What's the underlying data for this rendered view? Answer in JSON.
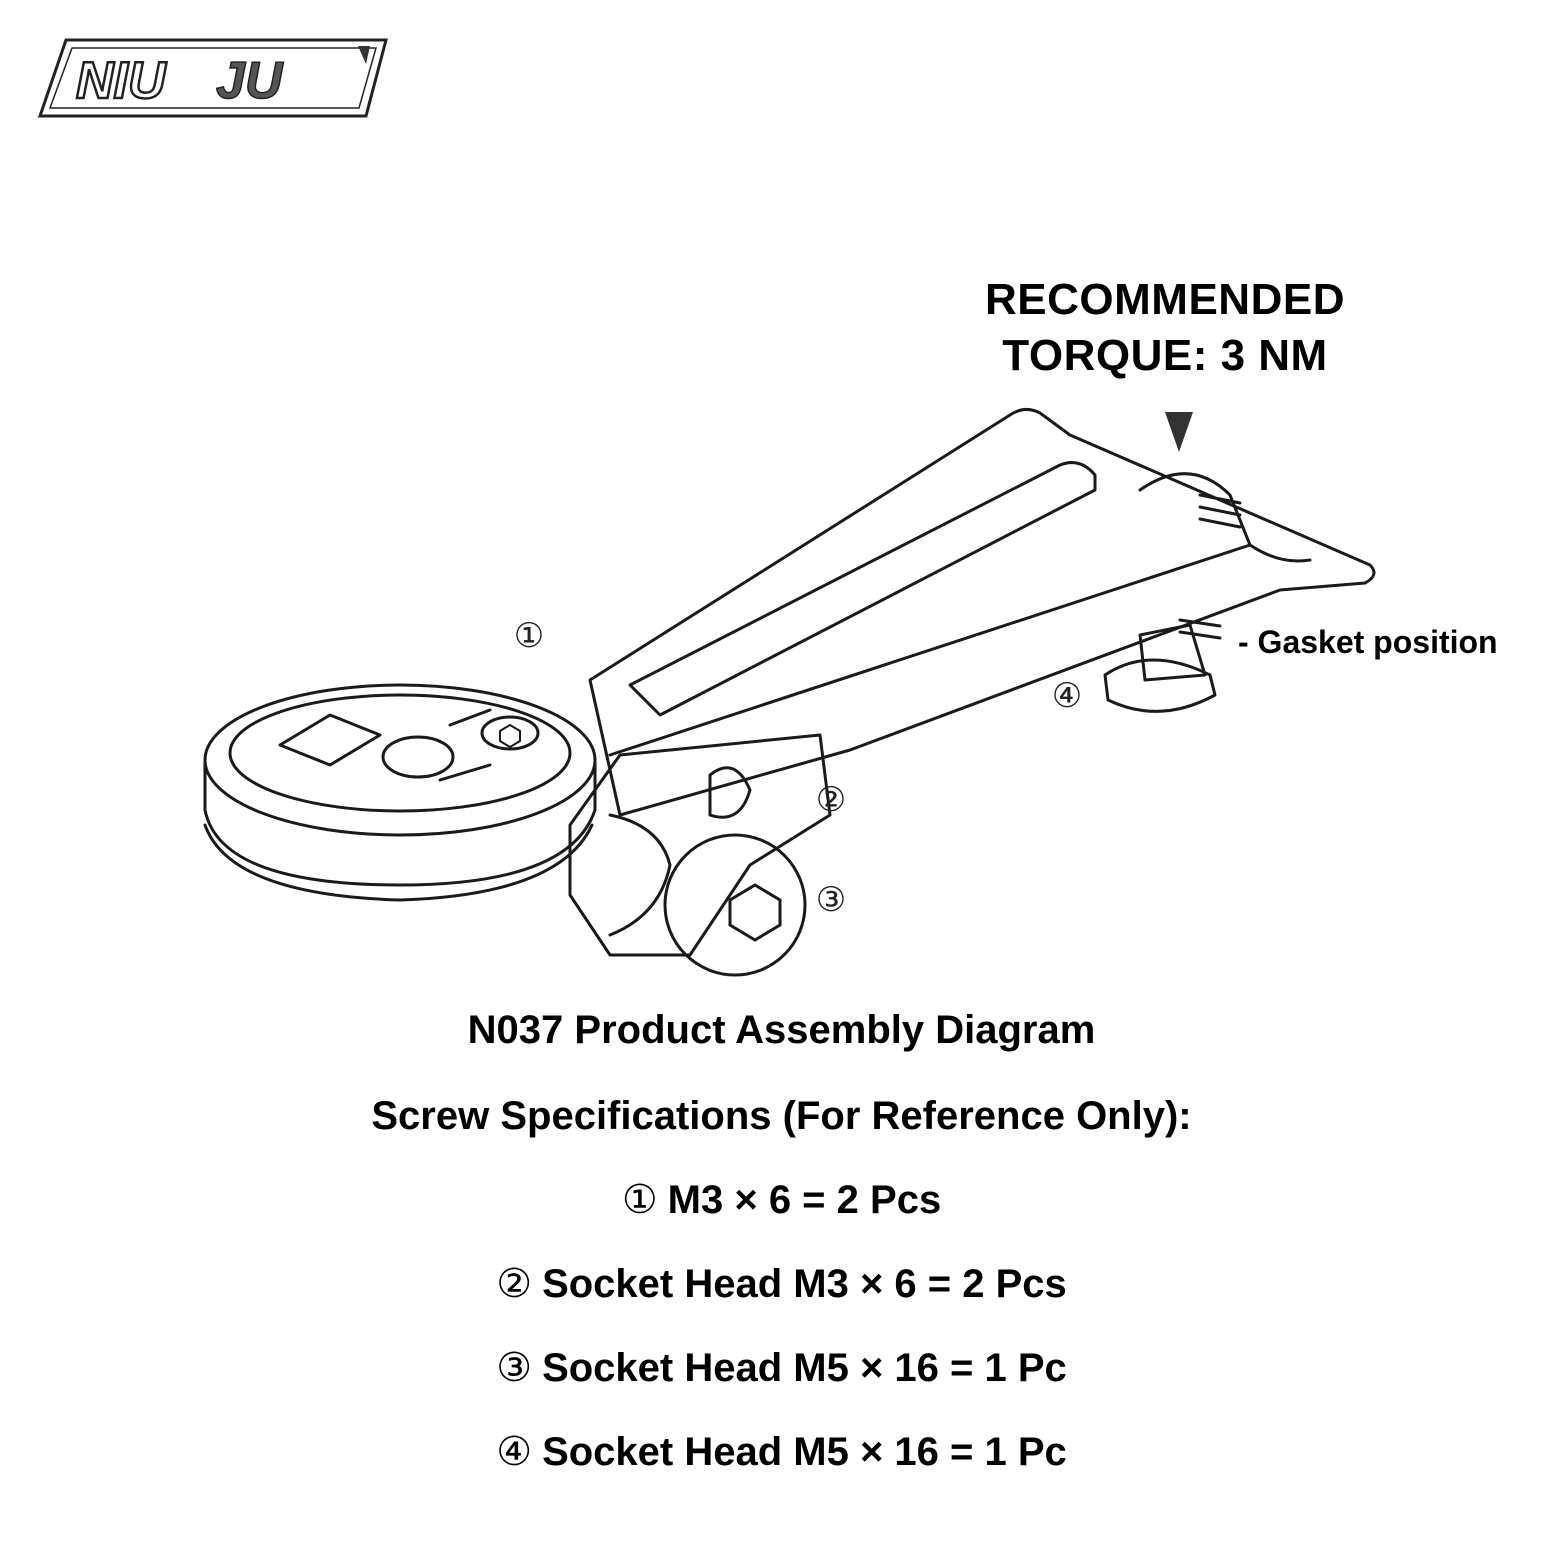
{
  "brand": {
    "logo_text_part1": "NIU",
    "logo_text_part2": "JU"
  },
  "torque_note": {
    "line1": "RECOMMENDED",
    "line2": "TORQUE: 3 NM"
  },
  "callouts": {
    "c1": "①",
    "c2": "②",
    "c3": "③",
    "c4": "④"
  },
  "gasket_label": "- Gasket position",
  "title": "N037 Product Assembly Diagram",
  "subtitle": "Screw Specifications (For Reference Only):",
  "specs": [
    {
      "num": "①",
      "text": "M3 × 6 = 2 Pcs"
    },
    {
      "num": "②",
      "text": "Socket Head M3 × 6 = 2 Pcs"
    },
    {
      "num": "③",
      "text": "Socket Head M5 × 16 = 1 Pc"
    },
    {
      "num": "④",
      "text": "Socket Head M5 × 16 = 1 Pc"
    }
  ],
  "colors": {
    "line": "#1a1a1a",
    "accent": "#333333",
    "logo_grey": "#555555"
  },
  "icons": {
    "torque_arrow": "triangle-down-icon",
    "hex_socket": "hex-socket-icon"
  }
}
